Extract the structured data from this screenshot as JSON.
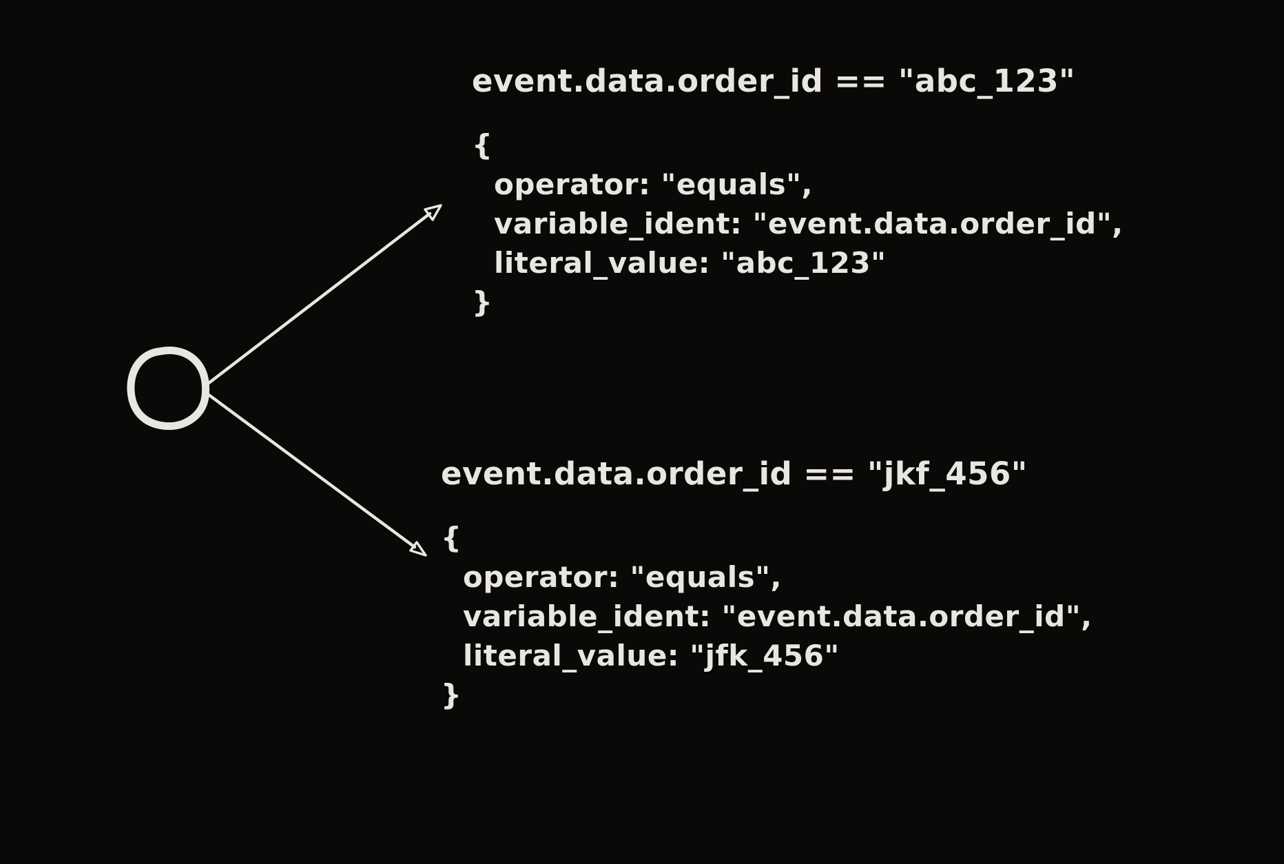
{
  "canvas": {
    "background": "#0a0908",
    "ink": "#e8e6e3"
  },
  "blocks": [
    {
      "expression": "event.data.order_id == \"abc_123\"",
      "json": {
        "open_brace": "{",
        "operator_line": "operator: \"equals\",",
        "variable_ident_line": "variable_ident: \"event.data.order_id\",",
        "literal_value_line": "literal_value: \"abc_123\"",
        "close_brace": "}"
      }
    },
    {
      "expression": "event.data.order_id == \"jkf_456\"",
      "json": {
        "open_brace": "{",
        "operator_line": "operator: \"equals\",",
        "variable_ident_line": "variable_ident: \"event.data.order_id\",",
        "literal_value_line": "literal_value: \"jfk_456\"",
        "close_brace": "}"
      }
    }
  ]
}
